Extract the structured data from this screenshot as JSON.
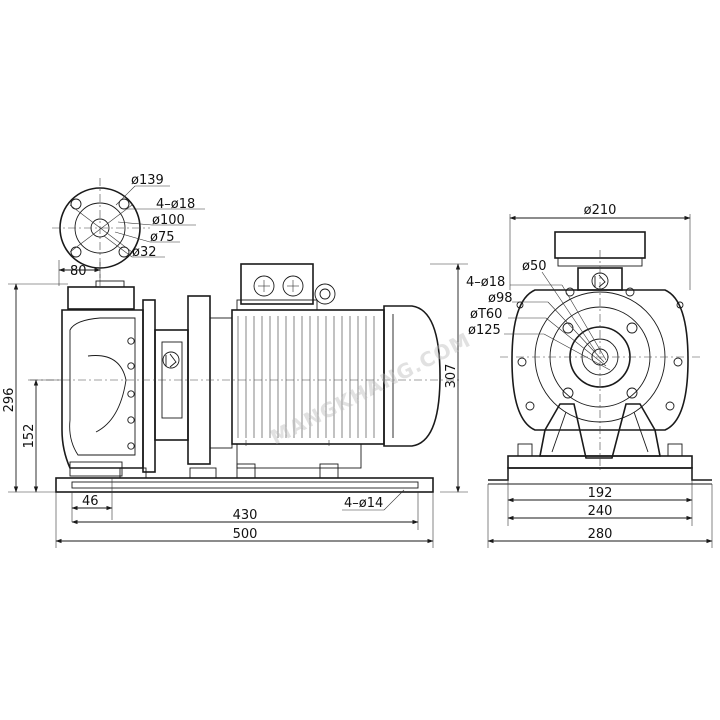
{
  "dimensions": {
    "flange_outer_dia": "ø139",
    "flange_bolts": "4–ø18",
    "flange_bolt_circle": "ø100",
    "flange_pcd_inner": "ø75",
    "flange_bore": "ø32",
    "inlet_offset": "80",
    "total_height": "296",
    "shaft_height": "152",
    "motor_height": "307",
    "foot_offset": "46",
    "base_hole_spacing": "430",
    "base_length": "500",
    "base_holes": "4–ø14",
    "side_casing_dia": "ø210",
    "side_outlet_bore": "ø50",
    "side_bolts": "4–ø18",
    "side_dia_98": "ø98",
    "side_dia_160": "øT60",
    "side_dia_125": "ø125",
    "side_foot_spacing": "192",
    "side_hole_spacing": "240",
    "side_base_width": "280"
  },
  "watermark": "MANGKHANG.COM"
}
